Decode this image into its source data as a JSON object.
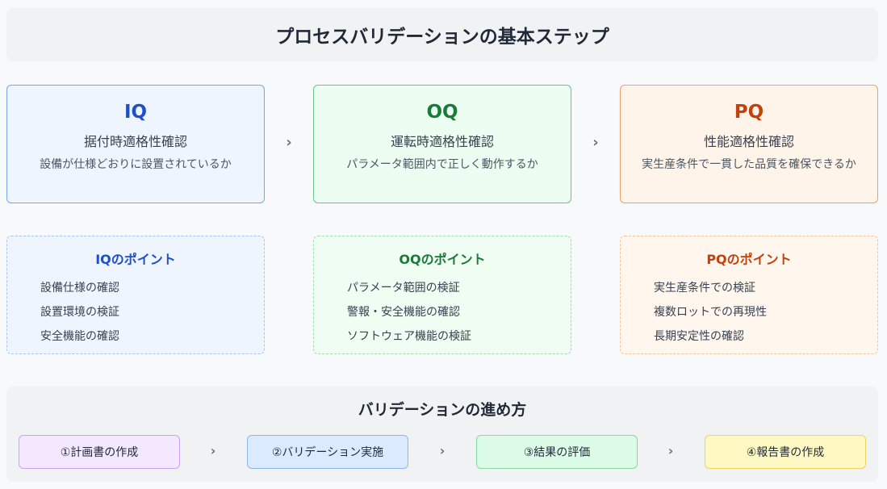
{
  "title": "プロセスバリデーションの基本ステップ",
  "steps": [
    {
      "abbr": "IQ",
      "name": "据付時適格性確認",
      "desc": "設備が仕様どおりに設置されているか"
    },
    {
      "abbr": "OQ",
      "name": "運転時適格性確認",
      "desc": "パラメータ範囲内で正しく動作するか"
    },
    {
      "abbr": "PQ",
      "name": "性能適格性確認",
      "desc": "実生産条件で一貫した品質を確保できるか"
    }
  ],
  "arrow_glyph": "›",
  "points": [
    {
      "title": "IQのポイント",
      "items": [
        "設備仕様の確認",
        "設置環境の検証",
        "安全機能の確認"
      ]
    },
    {
      "title": "OQのポイント",
      "items": [
        "パラメータ範囲の検証",
        "警報・安全機能の確認",
        "ソフトウェア機能の検証"
      ]
    },
    {
      "title": "PQのポイント",
      "items": [
        "実生産条件での検証",
        "複数ロットでの再現性",
        "長期安定性の確認"
      ]
    }
  ],
  "flow": {
    "title": "バリデーションの進め方",
    "steps": [
      "①計画書の作成",
      "②バリデーション実施",
      "③結果の評価",
      "④報告書の作成"
    ]
  },
  "colors": {
    "iq": "#1f4fc7",
    "oq": "#1a7a3a",
    "pq": "#c2410c"
  }
}
